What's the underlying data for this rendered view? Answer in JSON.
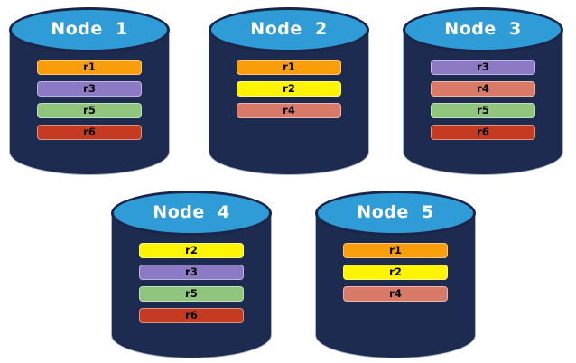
{
  "background": "#ffffff",
  "colors": {
    "cylinder_body": "#1e2b50",
    "cylinder_top_fill": "#2f9cd8",
    "cylinder_top_border": "#1a2547",
    "title_text": "#ffffff",
    "bar_text": "#000000"
  },
  "replica_colors": {
    "r1": "#fa9d0b",
    "r2": "#fcf402",
    "r3": "#8c7bc4",
    "r4": "#d97a68",
    "r5": "#90c57e",
    "r6": "#c43b22"
  },
  "nodes": [
    {
      "title": "Node  1",
      "replicas": [
        "r1",
        "r3",
        "r5",
        "r6"
      ]
    },
    {
      "title": "Node  2",
      "replicas": [
        "r1",
        "r2",
        "r4"
      ]
    },
    {
      "title": "Node  3",
      "replicas": [
        "r3",
        "r4",
        "r5",
        "r6"
      ]
    },
    {
      "title": "Node  4",
      "replicas": [
        "r2",
        "r3",
        "r5",
        "r6"
      ]
    },
    {
      "title": "Node  5",
      "replicas": [
        "r1",
        "r2",
        "r4"
      ]
    }
  ]
}
